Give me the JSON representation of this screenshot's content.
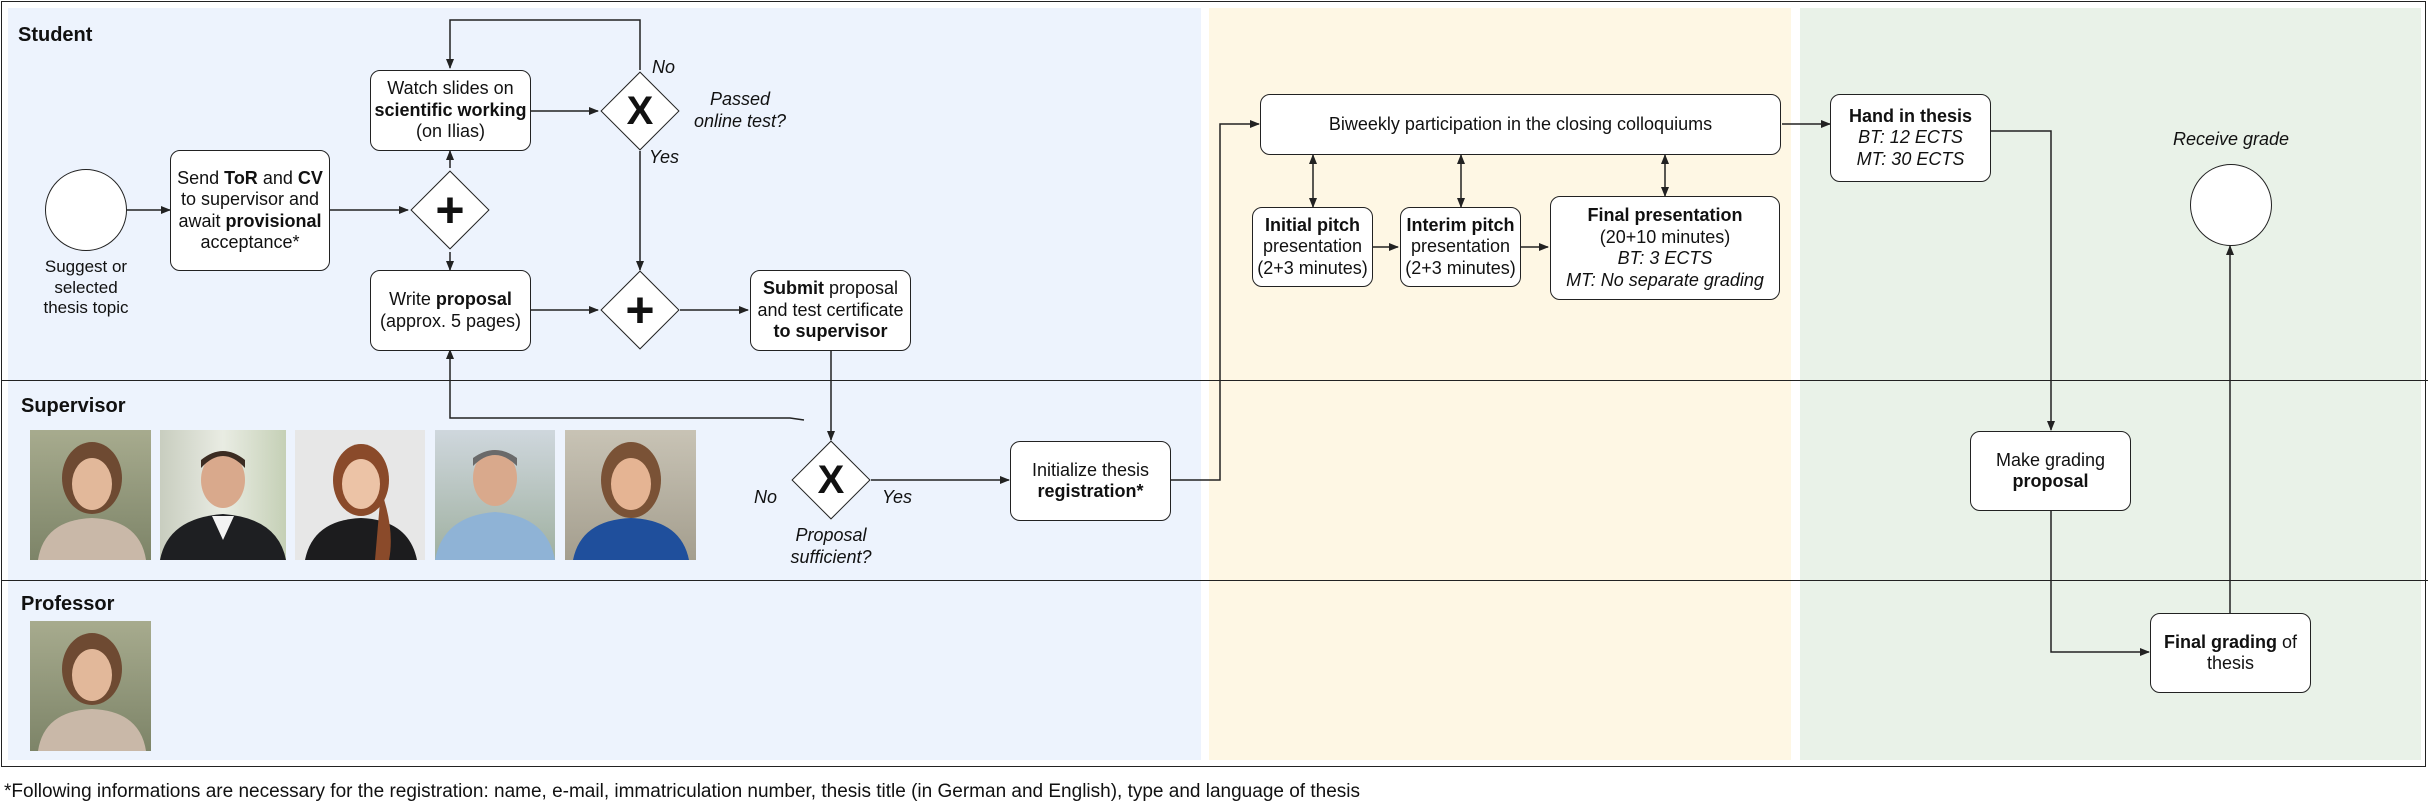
{
  "lanes": {
    "student": "Student",
    "supervisor": "Supervisor",
    "professor": "Professor"
  },
  "colors": {
    "phase1": "#edf3fd",
    "phase2": "#fef7e4",
    "phase3": "#e9f2e8",
    "line": "#222222"
  },
  "start_event": {
    "lines": [
      "Suggest or",
      "selected",
      "thesis topic"
    ]
  },
  "end_event": {
    "label": "Receive grade"
  },
  "tasks": {
    "send_tor_cv": {
      "l1a": "Send ",
      "l1b": "ToR",
      "l1c": " and ",
      "l1d": "CV",
      "l2": "to supervisor and",
      "l3a": "await ",
      "l3b": "provisional",
      "l4": "acceptance*"
    },
    "watch_slides": {
      "l1": "Watch slides on",
      "l2": "scientific working",
      "l3": "(on Ilias)"
    },
    "write_proposal": {
      "l1a": "Write ",
      "l1b": "proposal",
      "l2": "(approx. 5 pages)"
    },
    "submit_proposal": {
      "l1a": "Submit",
      "l1b": " proposal",
      "l2": "and test certificate",
      "l3": "to supervisor"
    },
    "initialize_registration": {
      "l1": "Initialize thesis",
      "l2": "registration*"
    },
    "colloquiums": {
      "l1": "Biweekly participation in the closing colloquiums"
    },
    "initial_pitch": {
      "l1": "Initial pitch",
      "l2": "presentation",
      "l3": "(2+3 minutes)"
    },
    "interim_pitch": {
      "l1": "Interim pitch",
      "l2": "presentation",
      "l3": "(2+3 minutes)"
    },
    "final_presentation": {
      "l1": "Final presentation",
      "l2": "(20+10 minutes)",
      "l3": "BT: 3 ECTS",
      "l4": "MT: No separate grading"
    },
    "hand_in": {
      "l1": "Hand in thesis",
      "l2": "BT: 12 ECTS",
      "l3": "MT: 30 ECTS"
    },
    "grading_proposal": {
      "l1": "Make grading",
      "l2": "proposal"
    },
    "final_grading": {
      "l1a": "Final grading",
      "l1b": " of",
      "l2": "thesis"
    }
  },
  "gateways": {
    "test_gateway": {
      "symbol": "X",
      "q1": "Passed",
      "q2": "online test?",
      "no": "No",
      "yes": "Yes"
    },
    "parallel_split": {
      "symbol": "+"
    },
    "parallel_join": {
      "symbol": "+"
    },
    "proposal_gateway": {
      "symbol": "X",
      "q1": "Proposal",
      "q2": "sufficient?",
      "no": "No",
      "yes": "Yes"
    }
  },
  "footnote": "*Following informations are necessary for the registration: name, e-mail, immatriculation number, thesis title (in German and English), type and language of thesis"
}
